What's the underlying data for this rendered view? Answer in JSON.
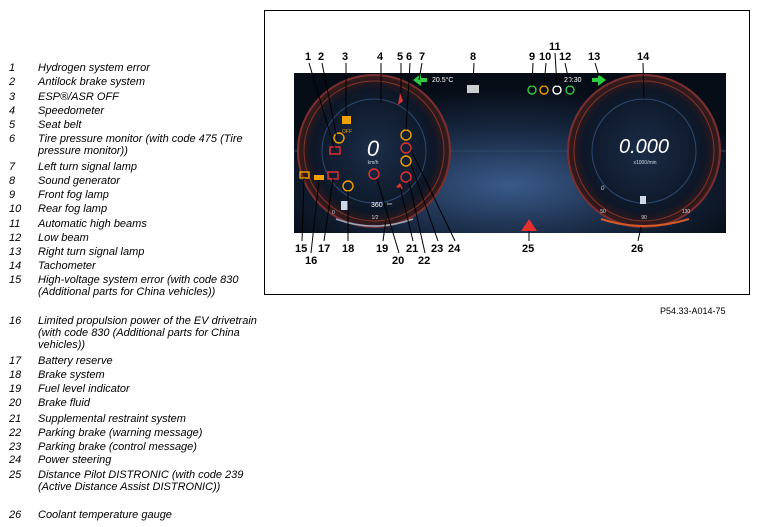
{
  "legend": [
    {
      "n": "1",
      "text": "Hydrogen system error"
    },
    {
      "n": "2",
      "text": "Antilock brake system"
    },
    {
      "n": "3",
      "text": "ESP®/ASR OFF"
    },
    {
      "n": "4",
      "text": "Speedometer"
    },
    {
      "n": "5",
      "text": "Seat belt"
    },
    {
      "n": "6",
      "text": "Tire pressure monitor (with code 475 (Tire pressure monitor))"
    },
    {
      "n": "7",
      "text": "Left turn signal lamp"
    },
    {
      "n": "8",
      "text": "Sound generator"
    },
    {
      "n": "9",
      "text": "Front fog lamp"
    },
    {
      "n": "10",
      "text": "Rear fog lamp"
    },
    {
      "n": "11",
      "text": "Automatic high beams"
    },
    {
      "n": "12",
      "text": "Low beam"
    },
    {
      "n": "13",
      "text": "Right turn signal lamp"
    },
    {
      "n": "14",
      "text": "Tachometer"
    },
    {
      "n": "15",
      "text": "High-voltage system error (with code 830 (Additional parts for China vehicles))"
    },
    {
      "n": "16",
      "text": "Limited propulsion power of the EV drivetrain (with code 830 (Additional parts for China vehicles))"
    },
    {
      "n": "17",
      "text": "Battery reserve"
    },
    {
      "n": "18",
      "text": "Brake system"
    },
    {
      "n": "19",
      "text": "Fuel level indicator"
    },
    {
      "n": "20",
      "text": "Brake fluid"
    },
    {
      "n": "21",
      "text": "Supplemental restraint system"
    },
    {
      "n": "22",
      "text": "Parking brake (warning message)"
    },
    {
      "n": "23",
      "text": "Parking brake (control message)"
    },
    {
      "n": "24",
      "text": "Power steering"
    },
    {
      "n": "25",
      "text": "Distance Pilot DISTRONIC (with code 239 (Active Distance Assist DISTRONIC))"
    },
    {
      "n": "26",
      "text": "Coolant temperature gauge"
    }
  ],
  "figure_id": "P54.33-A014-75",
  "cluster": {
    "temperature": "20.5°C",
    "time": "20:30",
    "speed": "0",
    "speed_unit": "km/h",
    "rpm": "0.000",
    "rpm_unit": "x1000/min",
    "range": "360",
    "range_unit": "km",
    "fuel_half": "1/2",
    "fuel_zero": "0",
    "temp_low": "50",
    "temp_mid": "90",
    "temp_high": "130",
    "tach_zero": "0"
  },
  "callouts": {
    "top": [
      "1",
      "2",
      "3",
      "4",
      "5",
      "6",
      "7",
      "8",
      "9",
      "10",
      "11",
      "12",
      "13",
      "14"
    ],
    "bottom": [
      "15",
      "16",
      "17",
      "18",
      "19",
      "20",
      "21",
      "22",
      "23",
      "24",
      "25",
      "26"
    ]
  },
  "colors": {
    "warning_red": "#e53030",
    "warning_amber": "#f0a000",
    "indicator_green": "#2ecc40",
    "screen_bg": "#0b1626"
  },
  "icons": [
    "esp-off-icon",
    "abs-icon",
    "hydrogen-error-icon",
    "seatbelt-icon",
    "tire-pressure-icon",
    "left-turn-arrow-icon",
    "sound-generator-icon",
    "front-fog-icon",
    "rear-fog-icon",
    "auto-high-beam-icon",
    "low-beam-icon",
    "right-turn-arrow-icon",
    "hv-error-icon",
    "limited-power-icon",
    "battery-icon",
    "brake-system-icon",
    "fuel-pump-icon",
    "brake-fluid-icon",
    "airbag-icon",
    "parking-brake-warning-icon",
    "parking-brake-control-icon",
    "power-steering-icon",
    "distronic-icon",
    "coolant-icon"
  ]
}
